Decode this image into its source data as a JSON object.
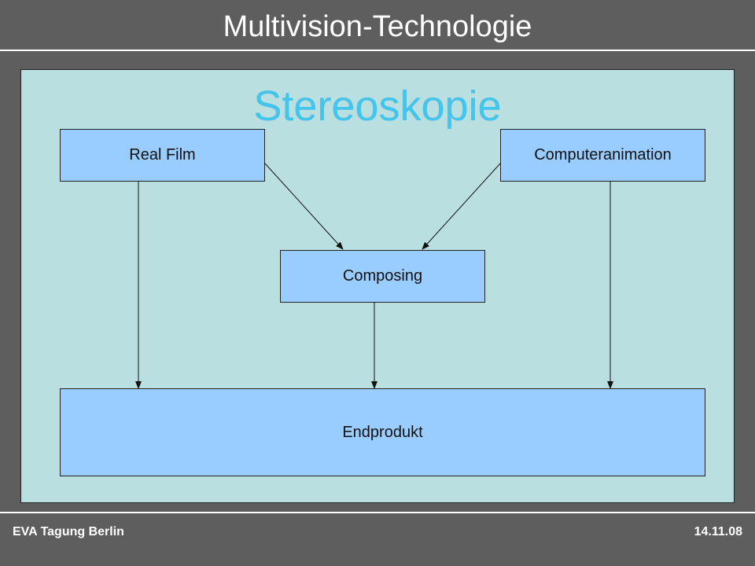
{
  "slide": {
    "title": "Multivision-Technologie",
    "overlay_word_1": "Stereoskopie",
    "overlay_word_2": "Stereoskopie",
    "colors": {
      "background": "#5e5e5e",
      "panel": "#b9dfe1",
      "box": "#99ccff",
      "overlay_word_1": "#f08040",
      "overlay_word_2": "#33ccff"
    }
  },
  "diagram": {
    "nodes": {
      "real_film": "Real Film",
      "computeranimation": "Computeranimation",
      "composing": "Composing",
      "endprodukt": "Endprodukt"
    },
    "edges": [
      {
        "from": "real_film",
        "to": "composing"
      },
      {
        "from": "computeranimation",
        "to": "composing"
      },
      {
        "from": "real_film",
        "to": "endprodukt"
      },
      {
        "from": "composing",
        "to": "endprodukt"
      },
      {
        "from": "computeranimation",
        "to": "endprodukt"
      }
    ]
  },
  "footer": {
    "left": "EVA Tagung Berlin",
    "right": "14.11.08"
  }
}
